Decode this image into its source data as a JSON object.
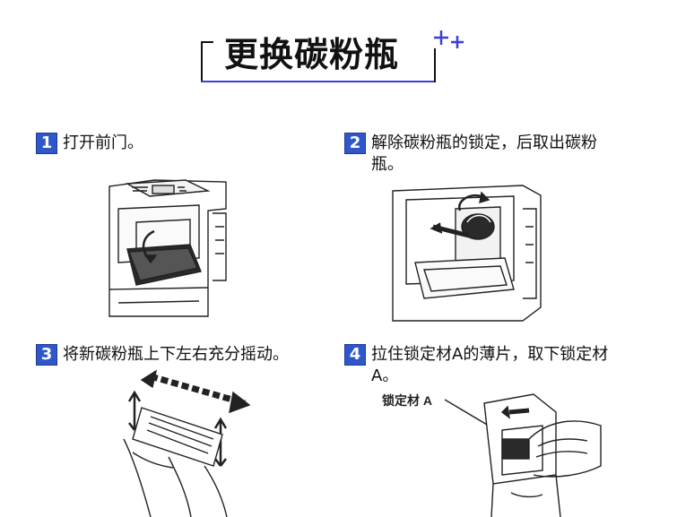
{
  "title": "更换碳粉瓶",
  "steps": [
    {
      "num": "1",
      "text": "打开前门。"
    },
    {
      "num": "2",
      "text": "解除碳粉瓶的锁定，后取出碳粉瓶。"
    },
    {
      "num": "3",
      "text": "将新碳粉瓶上下左右充分摇动。"
    },
    {
      "num": "4",
      "text": "拉住锁定材A的薄片，取下锁定材A。"
    }
  ],
  "callout": {
    "label": "锁定材 A"
  },
  "colors": {
    "accent": "#2f57c9",
    "underline": "#3a3fd8"
  }
}
